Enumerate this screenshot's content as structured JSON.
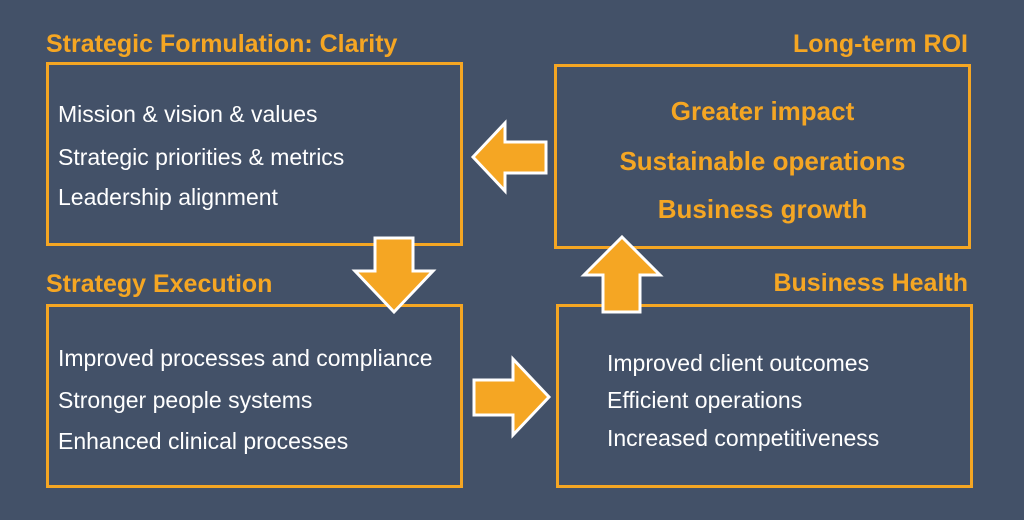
{
  "quadrants": {
    "formulation": {
      "title": "Strategic Formulation: Clarity",
      "items": [
        "Mission & vision & values",
        "Strategic priorities & metrics",
        "Leadership alignment"
      ]
    },
    "roi": {
      "title": "Long-term ROI",
      "items": [
        "Greater impact",
        "Sustainable operations",
        "Business growth"
      ]
    },
    "execution": {
      "title": "Strategy Execution",
      "items": [
        "Improved processes and compliance",
        "Stronger people systems",
        "Enhanced clinical processes"
      ]
    },
    "health": {
      "title": "Business Health",
      "items": [
        "Improved client outcomes",
        "Efficient operations",
        "Increased competitiveness"
      ]
    }
  },
  "colors": {
    "background": "#435168",
    "accent": "#f5a623",
    "text": "#ffffff"
  }
}
